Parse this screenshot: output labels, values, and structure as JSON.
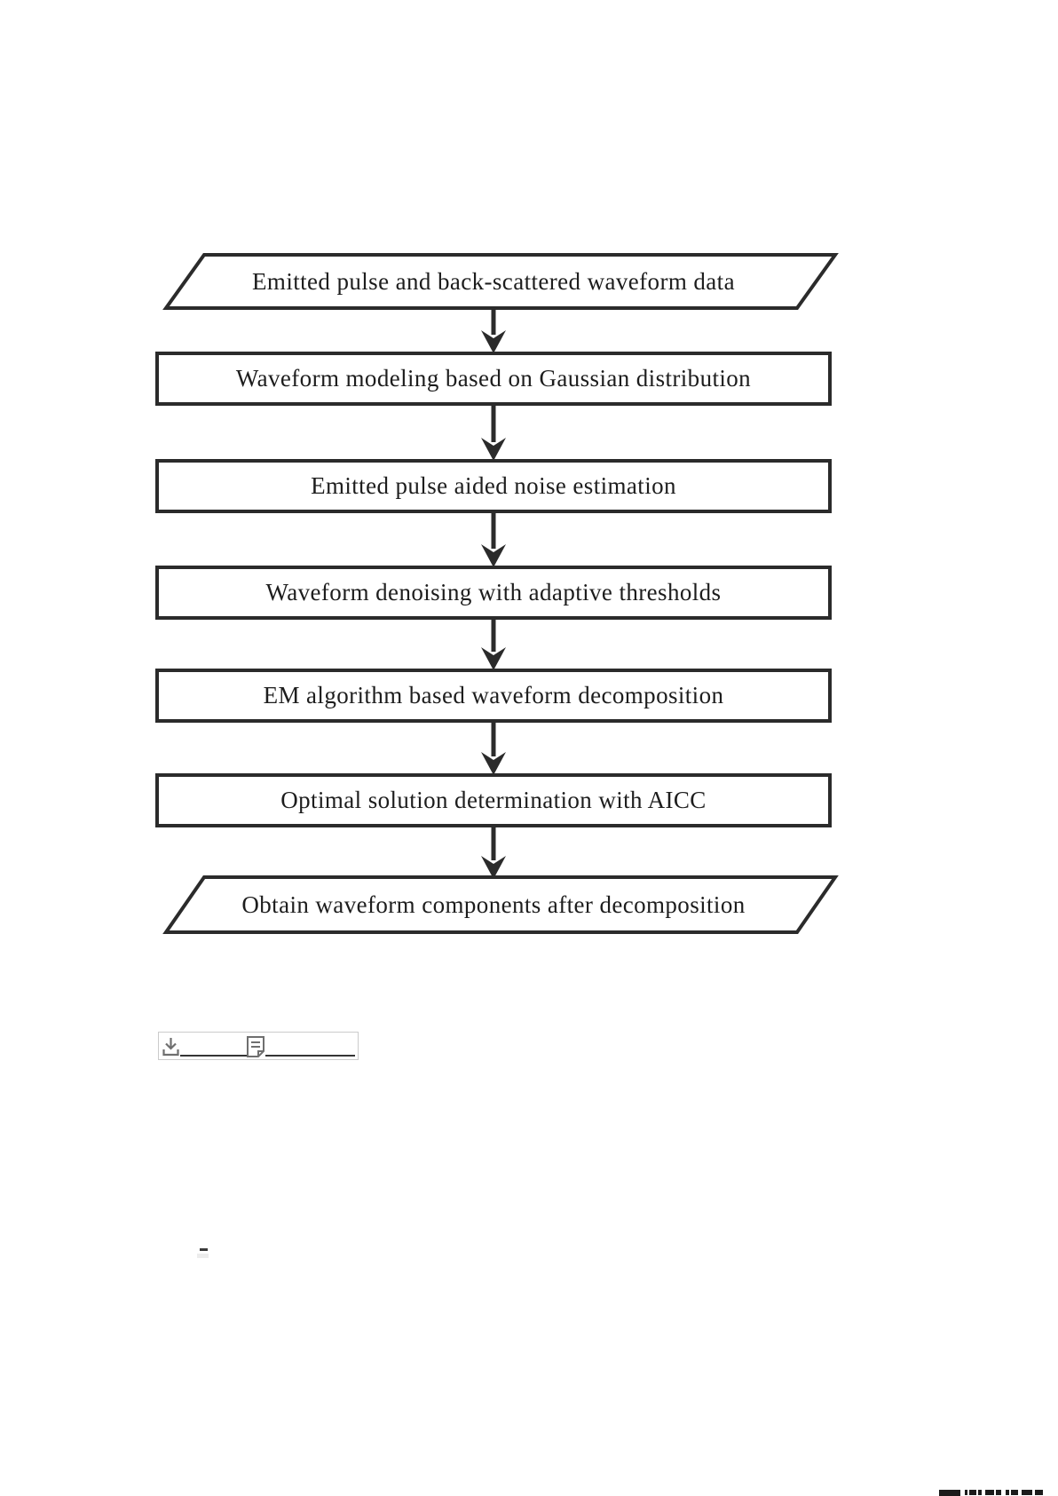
{
  "flowchart": {
    "stroke_color": "#2b2b2b",
    "text_color": "#1d1d1d",
    "nodes": [
      {
        "id": "input",
        "shape": "parallelogram",
        "label": "Emitted pulse and back-scattered waveform data"
      },
      {
        "id": "modeling",
        "shape": "rect",
        "label": "Waveform modeling based on Gaussian distribution"
      },
      {
        "id": "noise",
        "shape": "rect",
        "label": "Emitted pulse aided noise estimation"
      },
      {
        "id": "denoising",
        "shape": "rect",
        "label": "Waveform denoising with adaptive thresholds"
      },
      {
        "id": "em",
        "shape": "rect",
        "label": "EM algorithm based waveform decomposition"
      },
      {
        "id": "aicc",
        "shape": "rect",
        "label": "Optimal solution determination with AICC"
      },
      {
        "id": "output",
        "shape": "parallelogram",
        "label": "Obtain waveform components after decomposition"
      }
    ]
  },
  "download_bar": {
    "icons": [
      {
        "name": "download-icon"
      },
      {
        "name": "note-icon"
      }
    ],
    "icon_color": "#6f6f6f",
    "border_color": "#cbcbcb",
    "underline_color": "#343434"
  }
}
